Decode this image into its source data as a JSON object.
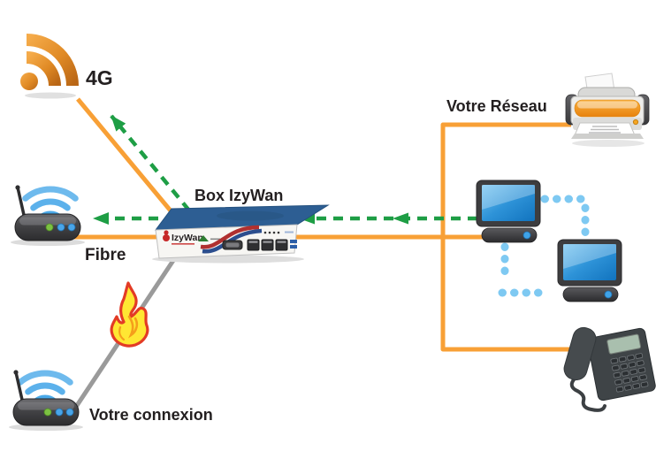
{
  "diagram_title": "IzyWan box network failover diagram",
  "labels": {
    "g4": "4G",
    "votre_reseau": "Votre Réseau",
    "box_izywan": "Box IzyWan",
    "fibre": "Fibre",
    "votre_connexion": "Votre connexion"
  },
  "device": {
    "brand": "IzyWan"
  },
  "colors": {
    "orange_link": "#F8A036",
    "green_dashed": "#1E9E45",
    "gray_link": "#9A9A9A",
    "lan_dotted_blue": "#7EC9F2",
    "box_top_blue": "#2D5E93",
    "screen_blue": "#2490DB",
    "label_text": "#231F20",
    "flame_yellow": "#FFE733",
    "flame_red": "#E33B25"
  },
  "nodes": [
    {
      "id": "4g",
      "label_key": "g4",
      "icon": "4g-signal"
    },
    {
      "id": "fibre-router",
      "label_key": "fibre",
      "icon": "wifi-router"
    },
    {
      "id": "box-izywan",
      "label_key": "box_izywan",
      "icon": "izywan-appliance"
    },
    {
      "id": "votre-connexion-router",
      "label_key": "votre_connexion",
      "icon": "wifi-router"
    },
    {
      "id": "printer",
      "group_label_key": "votre_reseau",
      "icon": "printer"
    },
    {
      "id": "computer-1",
      "group_label_key": "votre_reseau",
      "icon": "desktop-computer"
    },
    {
      "id": "computer-2",
      "group_label_key": "votre_reseau",
      "icon": "desktop-computer"
    },
    {
      "id": "phone",
      "group_label_key": "votre_reseau",
      "icon": "desk-phone"
    }
  ],
  "edges": [
    {
      "from": "box-izywan",
      "to": "4g",
      "style": "solid",
      "color": "orange"
    },
    {
      "from": "fibre-router",
      "to": "computer-1",
      "style": "solid",
      "color": "orange",
      "note": "passes behind Box IzyWan"
    },
    {
      "from": "printer",
      "to": "phone",
      "style": "solid",
      "color": "orange",
      "note": "vertical trunk crossing LAN line"
    },
    {
      "from": "computer-1",
      "to": "fibre-router",
      "style": "dashed-arrow",
      "color": "green",
      "direction": "left"
    },
    {
      "from": "box-izywan",
      "to": "4g",
      "style": "dashed-arrow",
      "color": "green",
      "direction": "up-left"
    },
    {
      "from": "votre-connexion-router",
      "to": "box-izywan",
      "style": "solid",
      "color": "gray",
      "status": "on-fire"
    },
    {
      "from": "computer-1",
      "to": "computer-2",
      "style": "dotted",
      "color": "lightblue"
    }
  ]
}
